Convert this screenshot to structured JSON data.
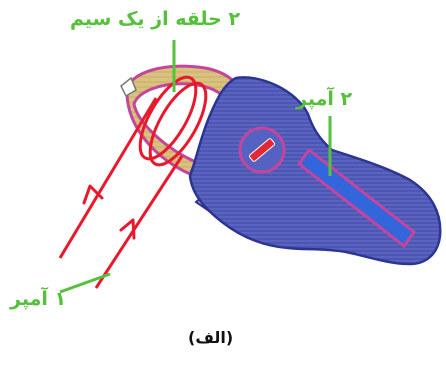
{
  "labels": {
    "loop": "۲ حلقه از یک سیم",
    "two_ampere": "۲ آمپر",
    "one_ampere": "۱ آمپر"
  },
  "caption": "(الف)",
  "colors": {
    "label_green": "#55c13b",
    "wire_red": "#e8192c",
    "meter_blue": "#4f57b8",
    "meter_outline": "#2c3592",
    "jaw_gold": "#d8c07a",
    "jaw_magenta": "#c4459e",
    "display_blue": "#3366dd",
    "dial_red": "#e22830"
  }
}
